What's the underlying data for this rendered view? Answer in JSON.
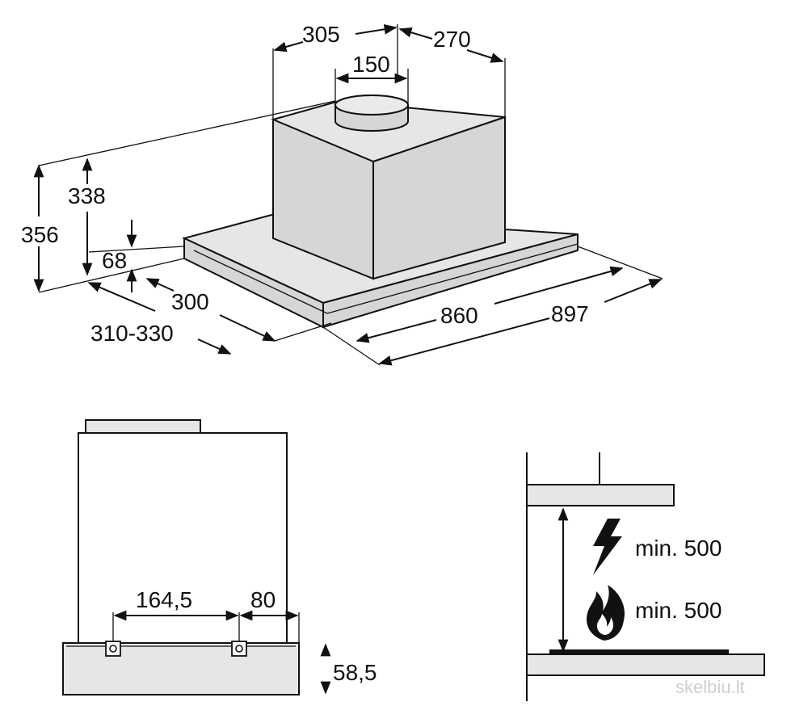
{
  "iso_view": {
    "top_depth": "305",
    "top_width": "270",
    "outlet_diameter": "150",
    "height_total": "356",
    "height_body": "338",
    "height_panel": "68",
    "depth_inner": "300",
    "depth_range": "310-330",
    "width_inner": "860",
    "width_total": "897"
  },
  "front_view": {
    "bracket_spacing": "164,5",
    "bracket_offset": "80",
    "panel_height": "58,5"
  },
  "install_view": {
    "electric_min": "min. 500",
    "gas_min": "min. 500"
  },
  "watermark": "skelbiu.lt",
  "icons": [
    "lightning-icon",
    "flame-icon"
  ]
}
